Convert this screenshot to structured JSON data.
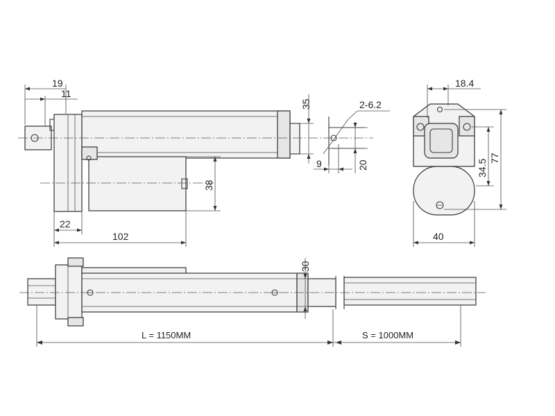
{
  "dimensions": {
    "d19": "19",
    "d11": "11",
    "d35": "35",
    "d2_6_2": "2-6.2",
    "d9": "9",
    "d20": "20",
    "d38": "38",
    "d22": "22",
    "d102": "102",
    "d18_4": "18.4",
    "d34_5": "34.5",
    "d77": "77",
    "d40": "40",
    "d30": "30",
    "length_label": "L = 1150MM",
    "stroke_label": "S = 1000MM"
  }
}
